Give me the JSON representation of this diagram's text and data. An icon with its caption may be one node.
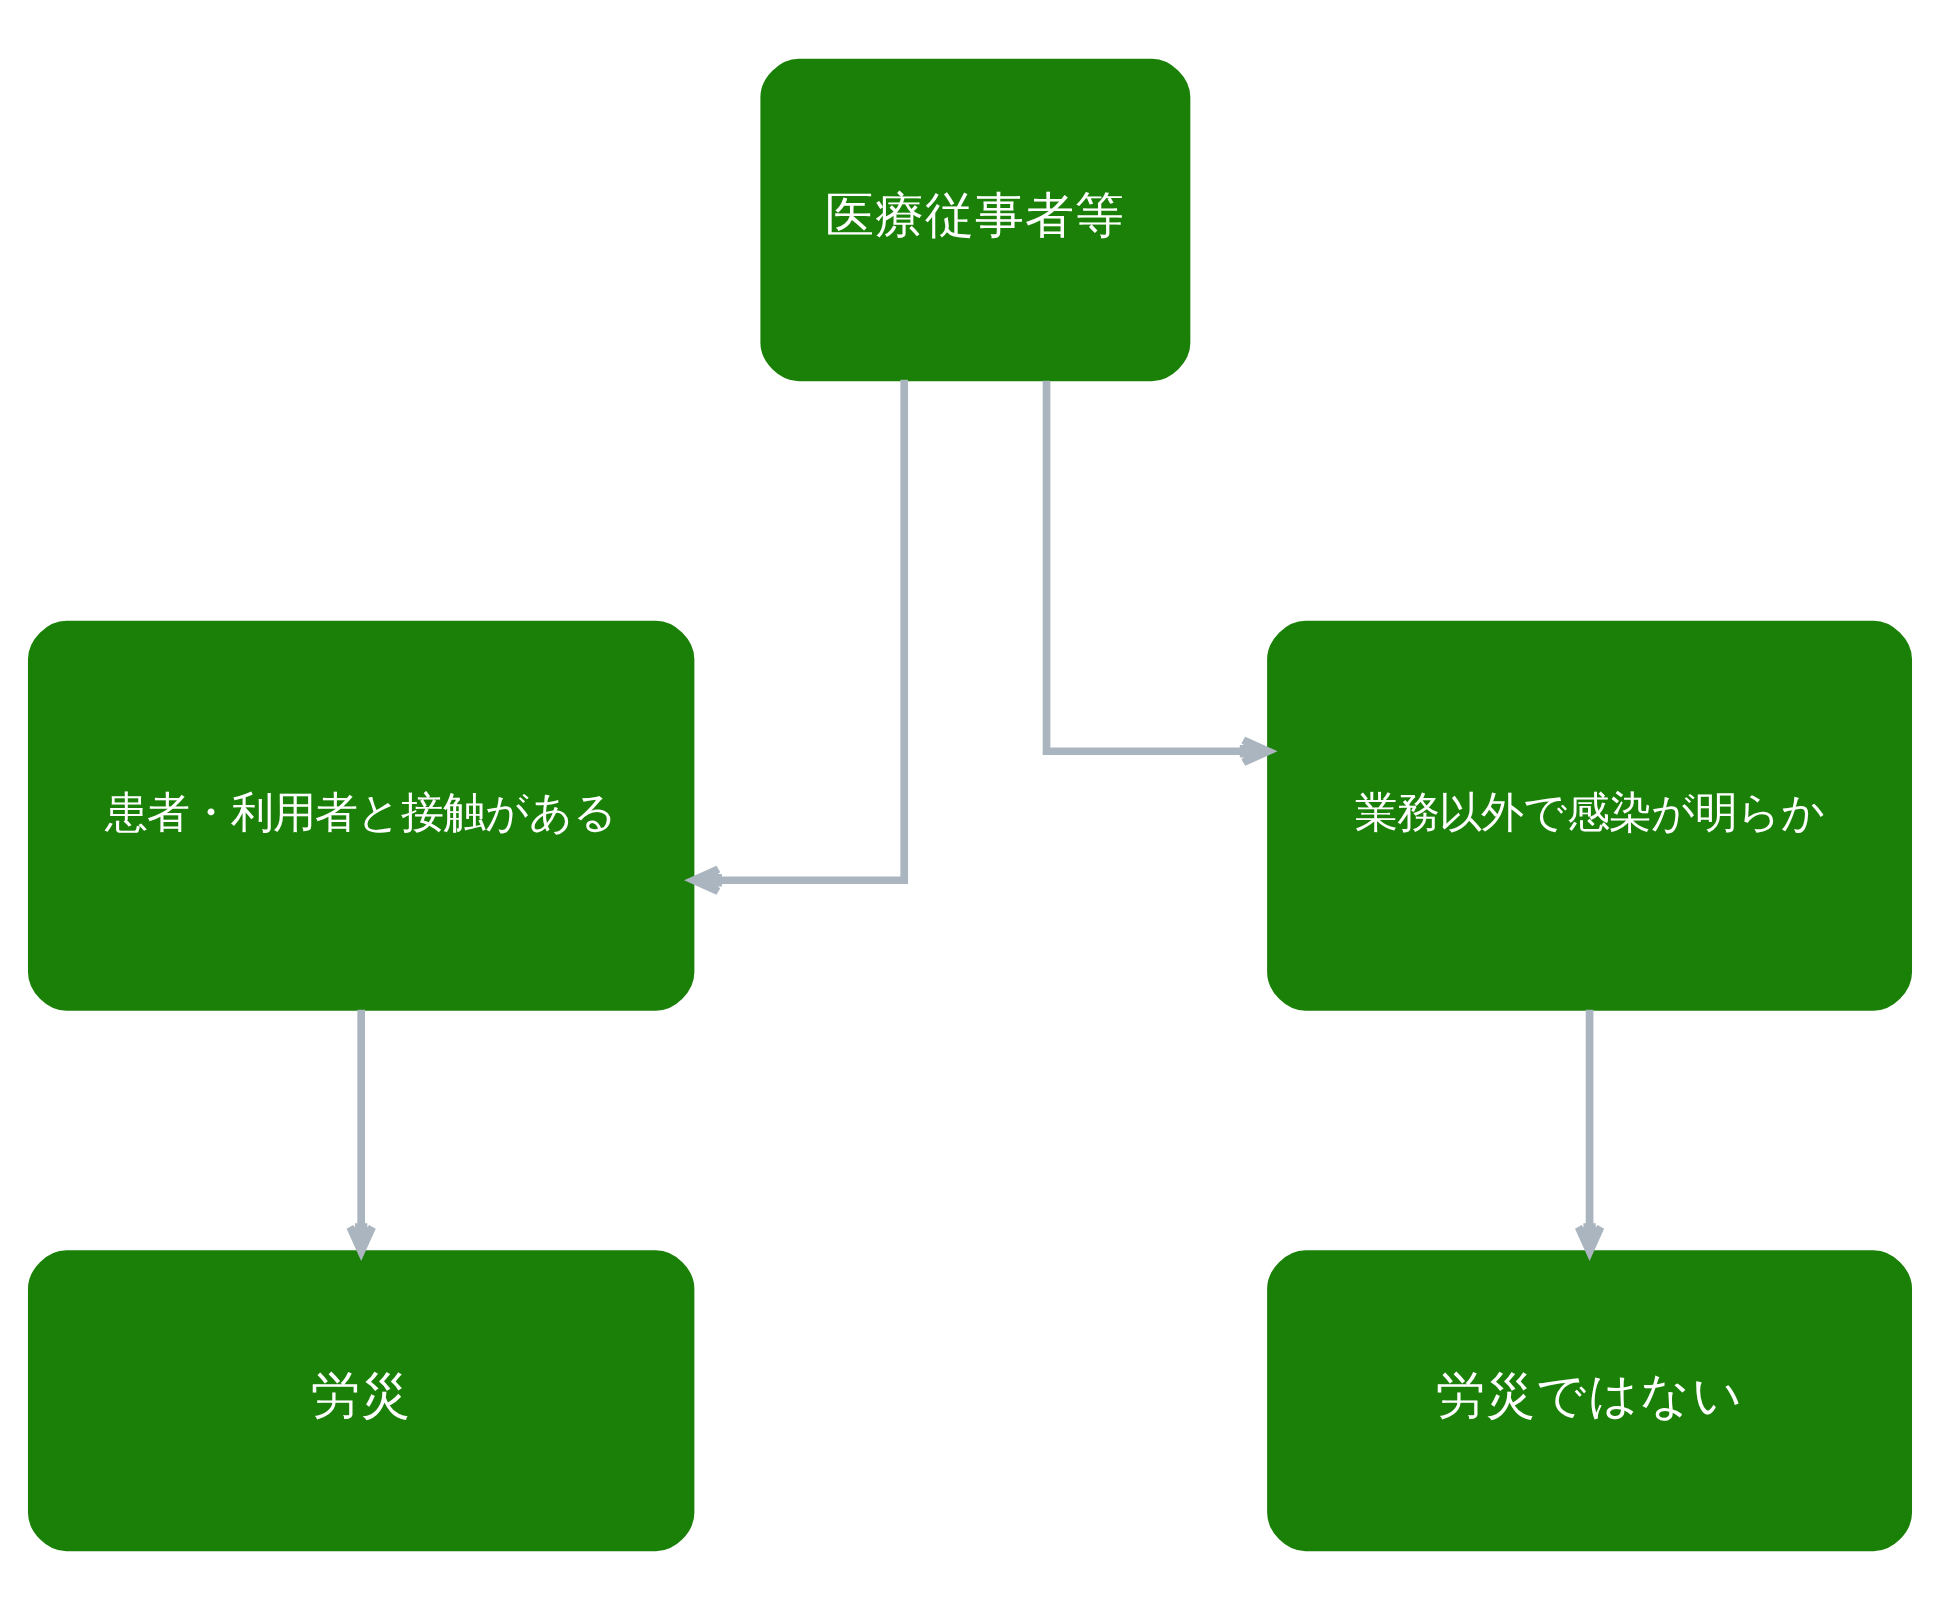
{
  "diagram": {
    "nodes": [
      {
        "text": [
          "医療従事者等"
        ]
      },
      {
        "text": [
          "患者・利用者と接触がある"
        ]
      },
      {
        "text": [
          "業務以外で感染が明らか"
        ]
      },
      {
        "text": [
          "労災"
        ]
      },
      {
        "text": [
          "労災ではない"
        ]
      }
    ],
    "edges": [
      {
        "from": 0,
        "to": 1,
        "arrow": "to"
      },
      {
        "from": 0,
        "to": 2,
        "arrow": "to"
      },
      {
        "from": 1,
        "to": 3,
        "arrow": "to"
      },
      {
        "from": 2,
        "to": 4,
        "arrow": "to"
      }
    ]
  }
}
